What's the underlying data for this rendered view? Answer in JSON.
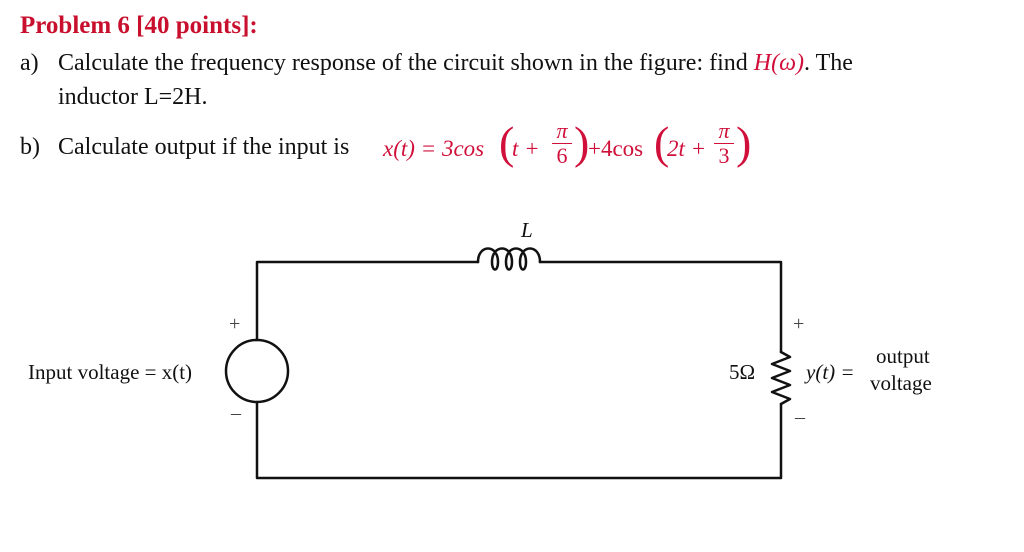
{
  "problem": {
    "title": "Problem 6 [40 points]:",
    "part_a": {
      "marker": "a)",
      "text": "Calculate the frequency response of the circuit shown in the figure: find",
      "func": "H",
      "arg": "(ω)",
      "after": ". The",
      "line2": "inductor L=2H."
    },
    "part_b": {
      "marker": "b)",
      "text": "Calculate output if the input is",
      "lhs": "x(t) = 3cos",
      "t1": "t +",
      "pi": "π",
      "d1": "6",
      "mid": "+4cos",
      "t2": "2t +",
      "d2": "3"
    }
  },
  "circuit": {
    "inductor_label": "L",
    "resistor_label": "5Ω",
    "input_label": "Input voltage = x(t)",
    "output_expr": "y(t) =",
    "output_word1": "output",
    "output_word2": "voltage",
    "plus": "+",
    "minus": "–"
  }
}
